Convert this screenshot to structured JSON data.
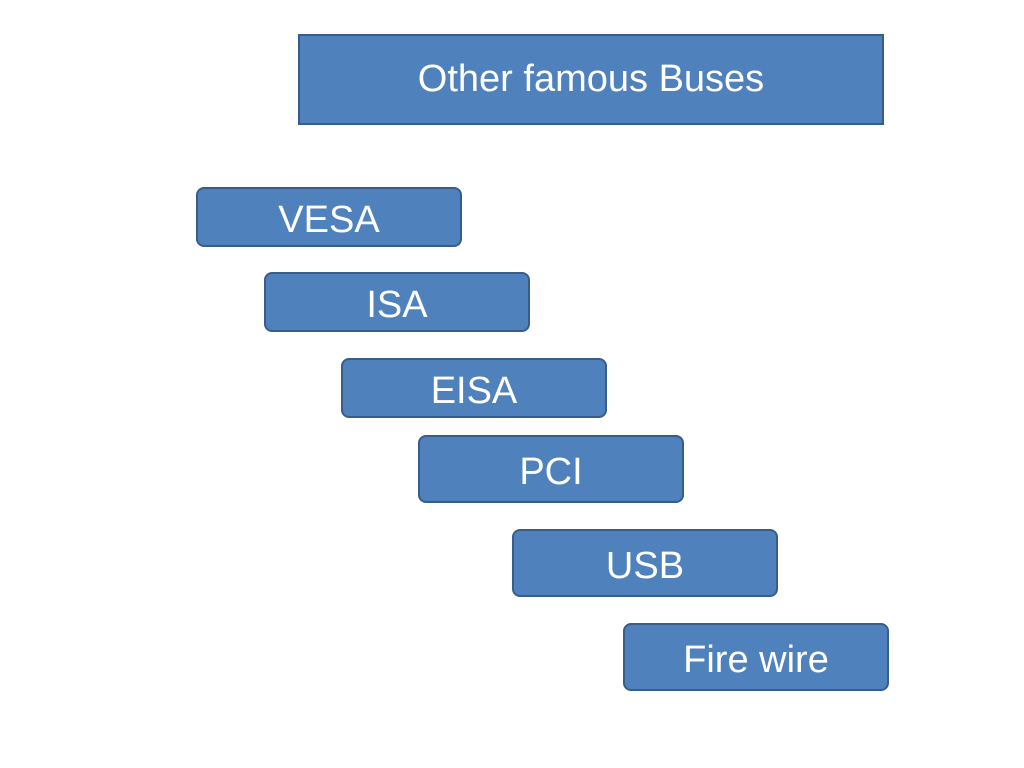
{
  "title": "Other famous Buses",
  "buses": [
    {
      "label": "VESA"
    },
    {
      "label": "ISA"
    },
    {
      "label": "EISA"
    },
    {
      "label": "PCI"
    },
    {
      "label": "USB"
    },
    {
      "label": "Fire wire"
    }
  ],
  "colors": {
    "box_fill": "#4f81bd",
    "box_border": "#385d8a",
    "text": "#ffffff"
  }
}
